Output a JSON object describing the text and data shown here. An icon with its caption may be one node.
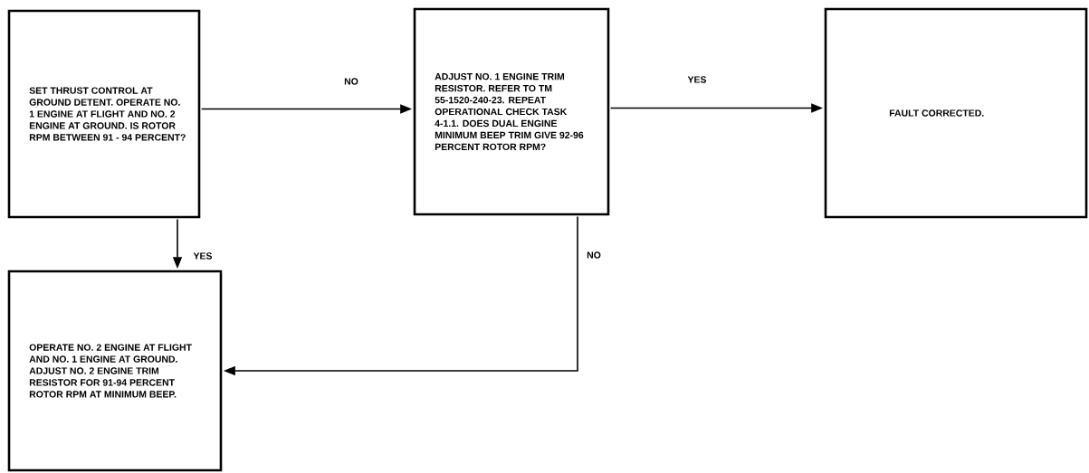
{
  "diagram": {
    "nodes": [
      {
        "text": [
          "SET THRUST CONTROL AT GROUND DETENT. OPERATE NO. 1 ENGINE AT FLIGHT AND NO. 2 ENGINE AT GROUND. IS ROTOR RPM BETWEEN 91 - 94 PERCENT?"
        ]
      },
      {
        "text": [
          "ADJUST NO. 1 ENGINE TRIM RESISTOR. REFER TO TM 55-1520-240-23. REPEAT OPERATIONAL CHECK TASK 4-1.1. DOES DUAL ENGINE MINIMUM BEEP TRIM GIVE 92-96 PERCENT ROTOR RPM?"
        ]
      },
      {
        "text": [
          "FAULT CORRECTED."
        ]
      },
      {
        "text": [
          "OPERATE NO. 2 ENGINE AT FLIGHT AND NO. 1 ENGINE AT GROUND. ADJUST NO. 2 ENGINE TRIM RESISTOR FOR 91-94 PERCENT ROTOR RPM AT MINIMUM BEEP."
        ]
      }
    ],
    "edges": [
      {
        "from": 0,
        "to": 1,
        "arrow": "to",
        "label": "NO"
      },
      {
        "from": 1,
        "to": 2,
        "arrow": "to",
        "label": "YES"
      },
      {
        "from": 0,
        "to": 3,
        "arrow": "to",
        "label": "YES"
      },
      {
        "from": 1,
        "to": 3,
        "arrow": "to",
        "label": "NO"
      }
    ]
  }
}
